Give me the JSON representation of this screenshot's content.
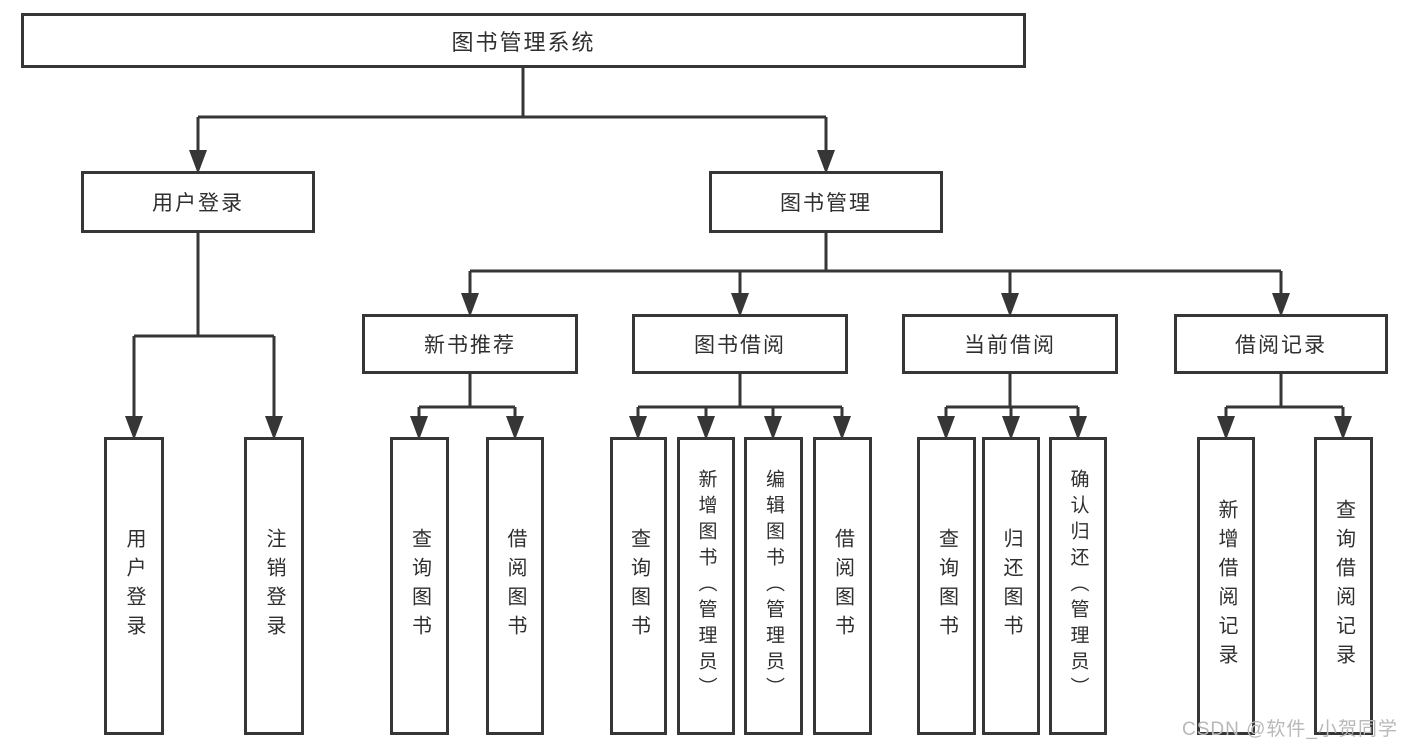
{
  "diagram": {
    "root": {
      "label": "图书管理系统"
    },
    "level1": {
      "user_login": {
        "label": "用户登录"
      },
      "book_mgmt": {
        "label": "图书管理"
      }
    },
    "level2": {
      "new_books": {
        "label": "新书推荐"
      },
      "book_borrow": {
        "label": "图书借阅"
      },
      "current_borrow": {
        "label": "当前借阅"
      },
      "borrow_records": {
        "label": "借阅记录"
      }
    },
    "leaves": {
      "user_login": [
        "用户登录",
        "注销登录"
      ],
      "new_books": [
        "查询图书",
        "借阅图书"
      ],
      "book_borrow": [
        "查询图书",
        "新增图书（管理员）",
        "编辑图书（管理员）",
        "借阅图书"
      ],
      "current_borrow": [
        "查询图书",
        "归还图书",
        "确认归还（管理员）"
      ],
      "borrow_records": [
        "新增借阅记录",
        "查询借阅记录"
      ]
    },
    "colors": {
      "line": "#363636",
      "box_background": "#ffffff",
      "watermark": "#b9b9b9"
    },
    "watermark": "CSDN @软件_小贺同学"
  }
}
